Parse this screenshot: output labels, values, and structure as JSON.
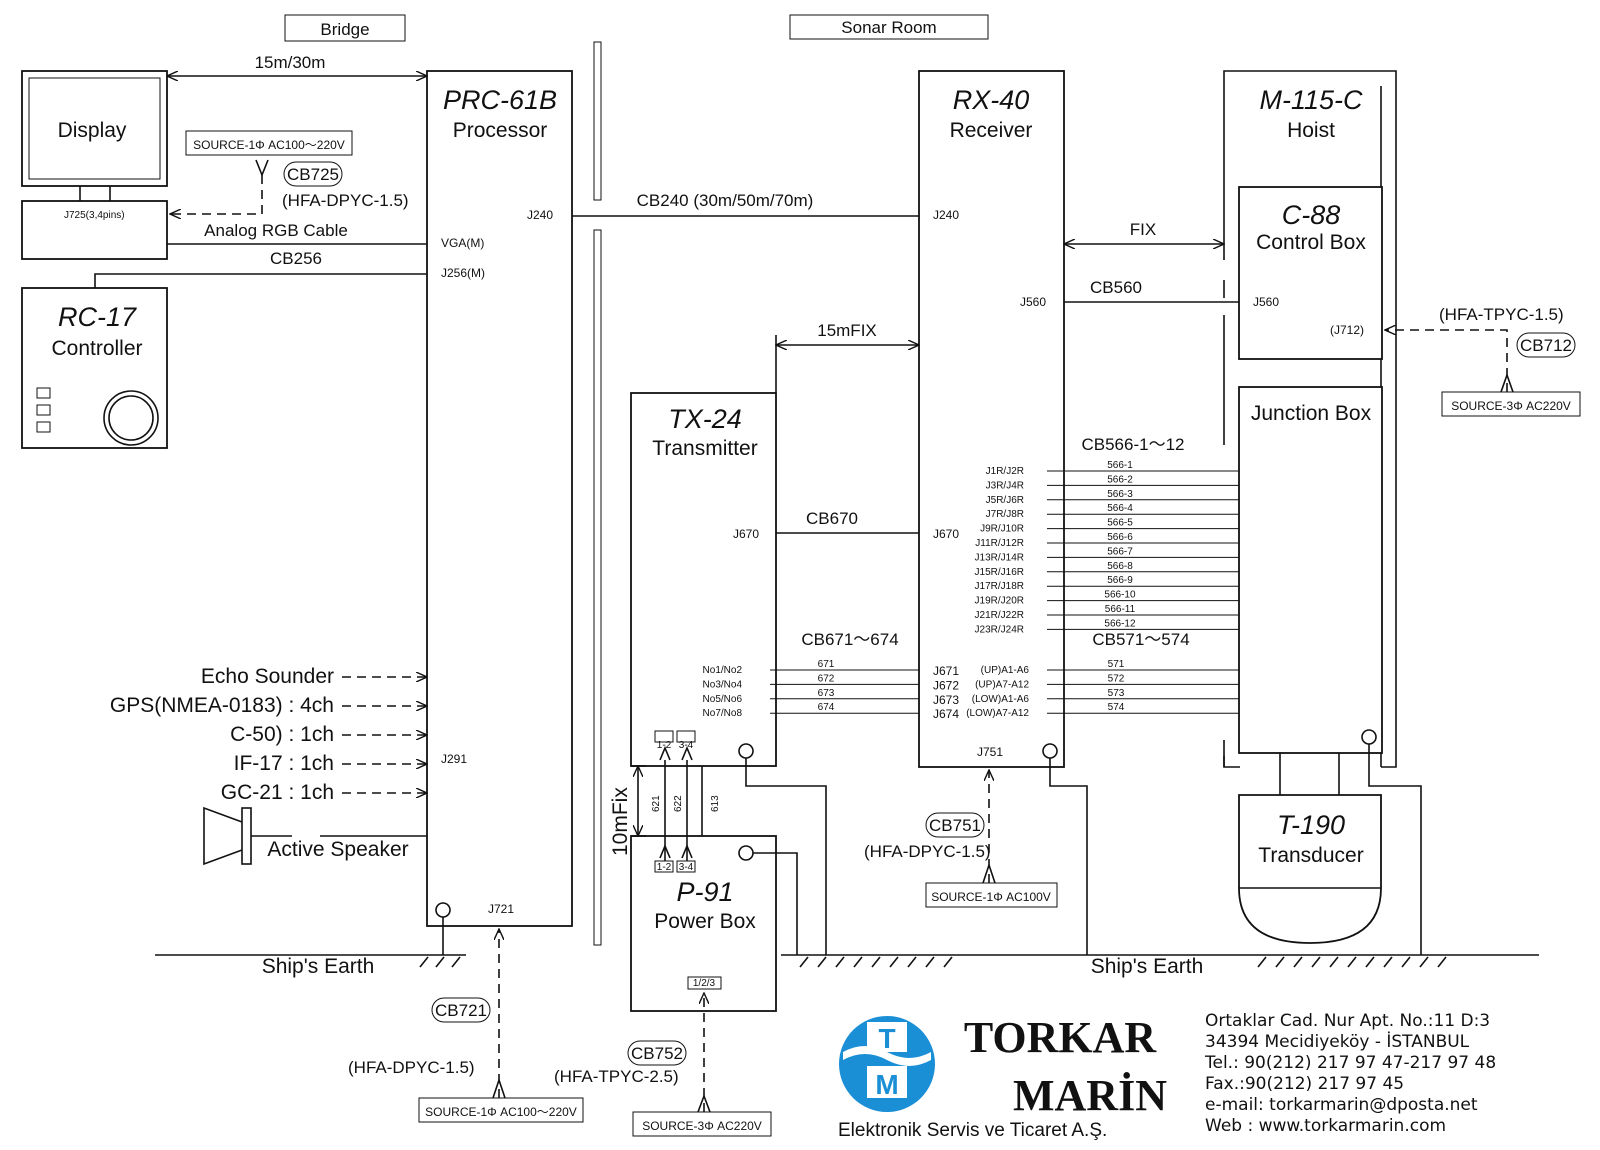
{
  "sections": {
    "bridge": "Bridge",
    "sonar_room": "Sonar Room"
  },
  "devices": {
    "display": {
      "label": "Display",
      "connector": "J725(3,4pins)"
    },
    "processor": {
      "model": "PRC-61B",
      "name": "Processor",
      "j240": "J240",
      "vga": "VGA(M)",
      "j256": "J256(M)",
      "j291": "J291",
      "j721": "J721"
    },
    "controller": {
      "model": "RC-17",
      "name": "Controller"
    },
    "receiver": {
      "model": "RX-40",
      "name": "Receiver",
      "j240": "J240",
      "j560": "J560",
      "j670": "J670",
      "j751": "J751"
    },
    "hoist": {
      "model": "M-115-C",
      "name": "Hoist"
    },
    "control_box": {
      "model": "C-88",
      "name": "Control Box",
      "j560": "J560",
      "j712": "(J712)"
    },
    "junction_box": {
      "name": "Junction Box"
    },
    "transmitter": {
      "model": "TX-24",
      "name": "Transmitter",
      "j670": "J670"
    },
    "power_box": {
      "model": "P-91",
      "name": "Power Box",
      "term_bottom": "1/2/3"
    },
    "transducer": {
      "model": "T-190",
      "name": "Transducer"
    },
    "speaker": {
      "name": "Active Speaker"
    }
  },
  "cables": {
    "display_link": "15m/30m",
    "cb725": "CB725",
    "cb725_type": "(HFA-DPYC-1.5)",
    "analog_rgb": "Analog RGB Cable",
    "cb256": "CB256",
    "cb240": "CB240 (30m/50m/70m)",
    "fix": "FIX",
    "cb560": "CB560",
    "cb712": "CB712",
    "cb712_type": "(HFA-TPYC-1.5)",
    "tx_link": "15mFIX",
    "cb566": "CB566-1～12",
    "cb670": "CB670",
    "cb671": "CB671～674",
    "cb571": "CB571～574",
    "ten_fix": "10mFix",
    "cb751": "CB751",
    "cb751_type": "(HFA-DPYC-1.5)",
    "cb721": "CB721",
    "cb721_type": "(HFA-DPYC-1.5)",
    "cb752": "CB752",
    "cb752_type": "(HFA-TPYC-2.5)",
    "w621": "621",
    "w622": "622",
    "w613": "613",
    "term12": "1-2",
    "term34": "3-4"
  },
  "sources": {
    "display": "SOURCE-1Φ AC100～220V",
    "control_box": "SOURCE-3Φ AC220V",
    "receiver": "SOURCE-1Φ AC100V",
    "processor": "SOURCE-1Φ AC100～220V",
    "power_box": "SOURCE-3Φ AC220V"
  },
  "inputs": [
    "Echo Sounder",
    "GPS(NMEA-0183) : 4ch",
    "C-50) : 1ch",
    "IF-17 : 1ch",
    "GC-21 : 1ch"
  ],
  "earth": {
    "left": "Ship's Earth",
    "right": "Ship's Earth"
  },
  "rx_jacks": [
    "J1R/J2R",
    "J3R/J4R",
    "J5R/J6R",
    "J7R/J8R",
    "J9R/J10R",
    "J11R/J12R",
    "J13R/J14R",
    "J15R/J16R",
    "J17R/J18R",
    "J19R/J20R",
    "J21R/J22R",
    "J23R/J24R"
  ],
  "cable_566": [
    "566-1",
    "566-2",
    "566-3",
    "566-4",
    "566-5",
    "566-6",
    "566-7",
    "566-8",
    "566-9",
    "566-10",
    "566-11",
    "566-12"
  ],
  "tx_pairs": [
    "No1/No2",
    "No3/No4",
    "No5/No6",
    "No7/No8"
  ],
  "cable_67x": [
    "671",
    "672",
    "673",
    "674"
  ],
  "rx_j67x": [
    "J671",
    "J672",
    "J673",
    "J674"
  ],
  "rx_ranges": [
    "(UP)A1-A6",
    "(UP)A7-A12",
    "(LOW)A1-A6",
    "(LOW)A7-A12"
  ],
  "cable_57x": [
    "571",
    "572",
    "573",
    "574"
  ],
  "company": {
    "logo_letters": [
      "T",
      "M"
    ],
    "name1": "TORKAR",
    "name2": "MARİN",
    "tagline": "Elektronik Servis ve Ticaret A.Ş.",
    "address": [
      "Ortaklar Cad. Nur Apt. No.:11  D:3",
      "34394     Mecidiyeköy - İSTANBUL",
      "Tel.: 90(212) 217 97 47-217 97 48",
      "Fax.:90(212) 217 97 45",
      "e-mail: torkarmarin@dposta.net",
      "Web  :  www.torkarmarin.com"
    ]
  }
}
